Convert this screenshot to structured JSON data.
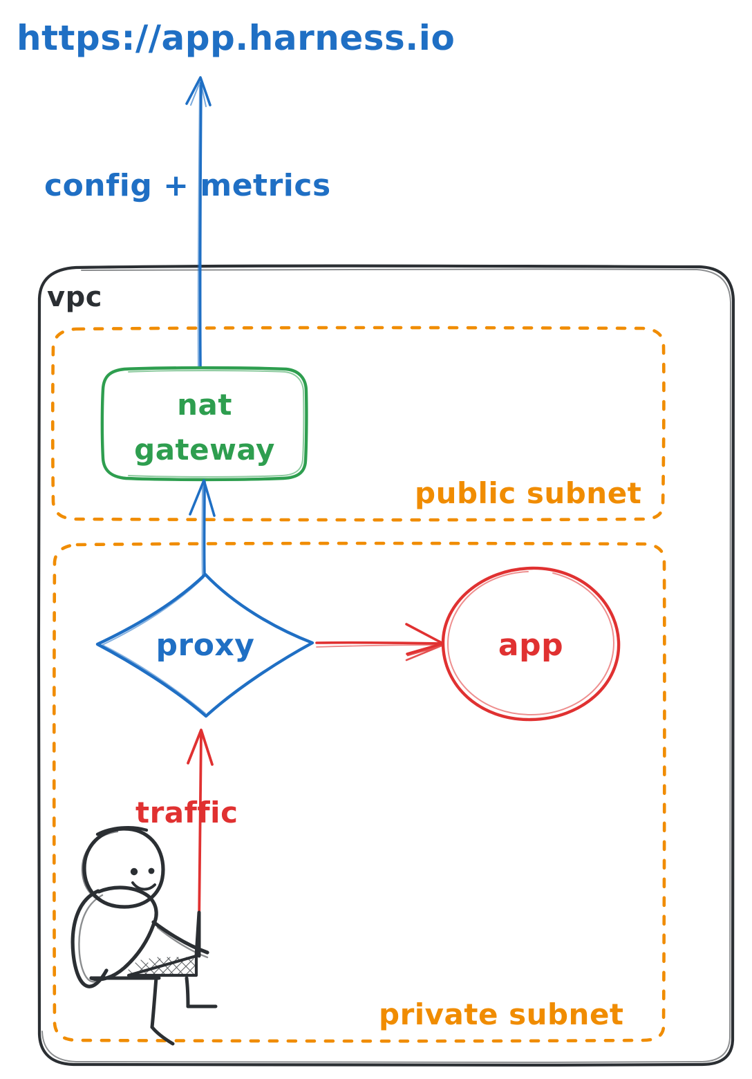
{
  "diagram": {
    "title": "Harness VPC proxy architecture sketch",
    "style": "hand-drawn whiteboard sketch",
    "colors": {
      "blue": "#1f6fc4",
      "green": "#2e9e4f",
      "orange": "#f08c00",
      "red": "#e03131",
      "black": "#2b2f33",
      "background": "#ffffff"
    },
    "external": {
      "url_label": "https://app.harness.io",
      "uplink_label": "config + metrics"
    },
    "vpc": {
      "label": "vpc"
    },
    "public_subnet": {
      "label": "public subnet",
      "nodes": [
        {
          "id": "nat-gateway",
          "label": "nat gateway",
          "shape": "rounded-rect",
          "color": "#2e9e4f"
        }
      ]
    },
    "private_subnet": {
      "label": "private subnet",
      "nodes": [
        {
          "id": "proxy",
          "label": "proxy",
          "shape": "diamond",
          "color": "#1f6fc4"
        },
        {
          "id": "app",
          "label": "app",
          "shape": "ellipse",
          "color": "#e03131"
        },
        {
          "id": "user",
          "label": "",
          "shape": "person-with-laptop",
          "color": "#2b2f33"
        }
      ]
    },
    "edges": [
      {
        "id": "nat-to-internet",
        "from": "nat-gateway",
        "to": "https://app.harness.io",
        "label": "config + metrics",
        "color": "#1f6fc4"
      },
      {
        "id": "proxy-to-nat",
        "from": "proxy",
        "to": "nat-gateway",
        "label": "",
        "color": "#1f6fc4"
      },
      {
        "id": "proxy-to-app",
        "from": "proxy",
        "to": "app",
        "label": "",
        "color": "#e03131"
      },
      {
        "id": "user-to-proxy",
        "from": "user",
        "to": "proxy",
        "label": "traffic",
        "color": "#e03131"
      }
    ],
    "labels": {
      "traffic": "traffic"
    }
  }
}
